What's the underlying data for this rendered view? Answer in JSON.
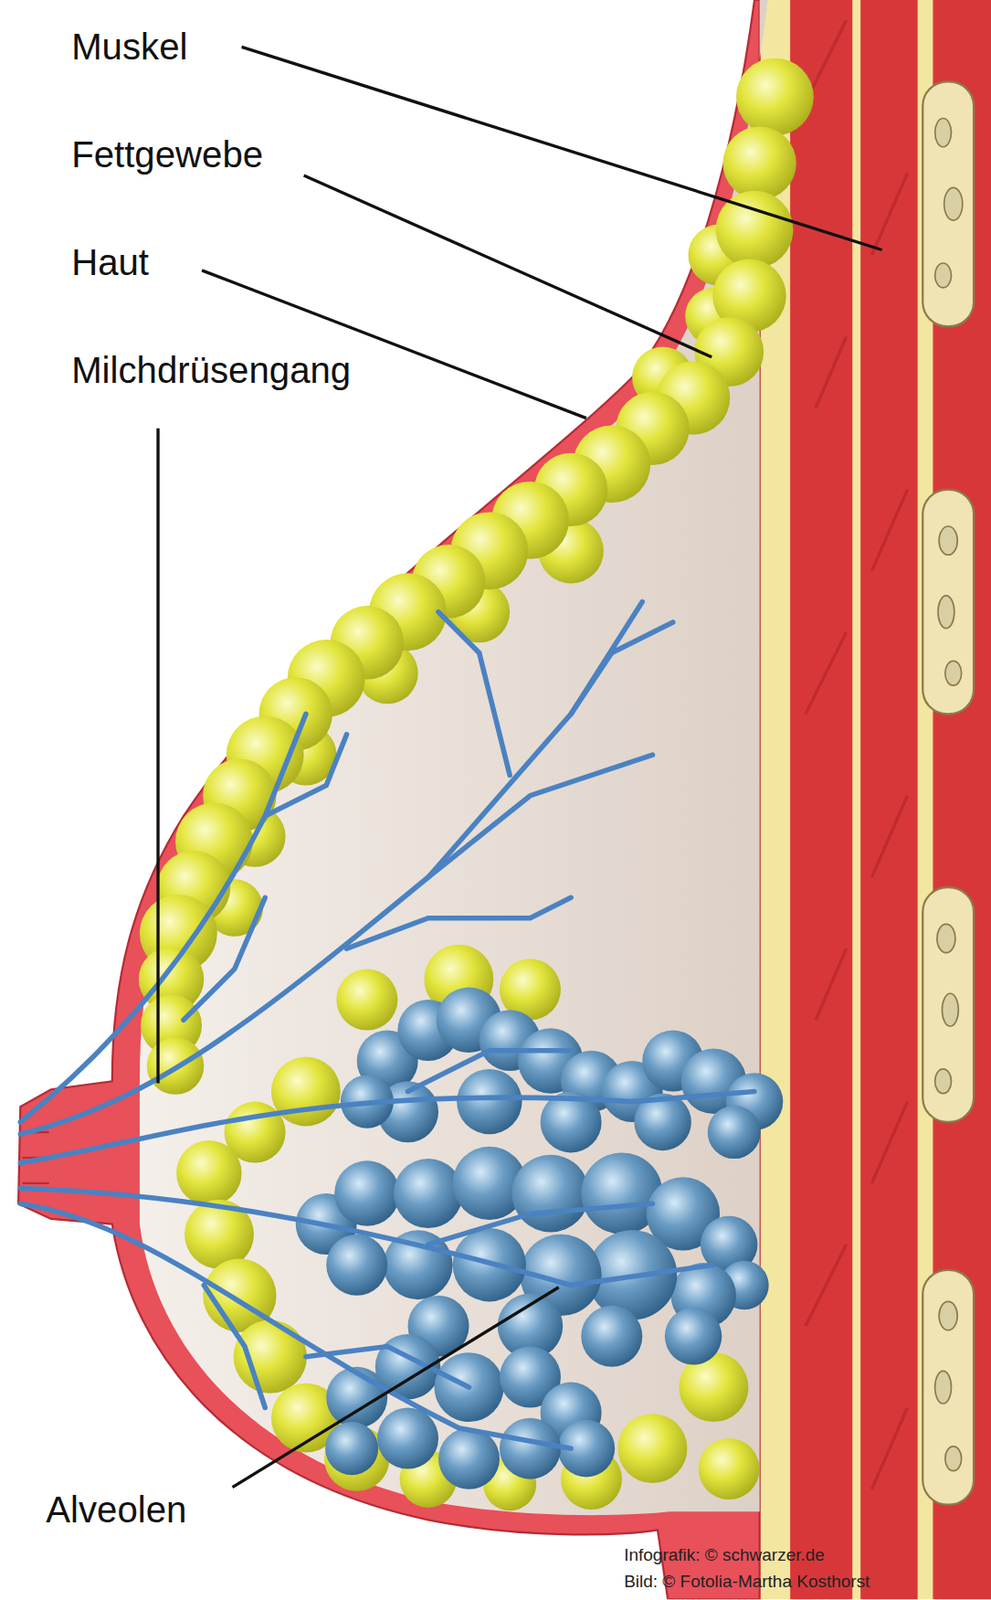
{
  "diagram": {
    "labels": [
      "Muskel",
      "Fettgewebe",
      "Haut",
      "Milchdrüsengang",
      "Alveolen",
      "Infografik: © schwarzer.de",
      "Bild: © Fotolia-Martha Kosthorst"
    ]
  }
}
